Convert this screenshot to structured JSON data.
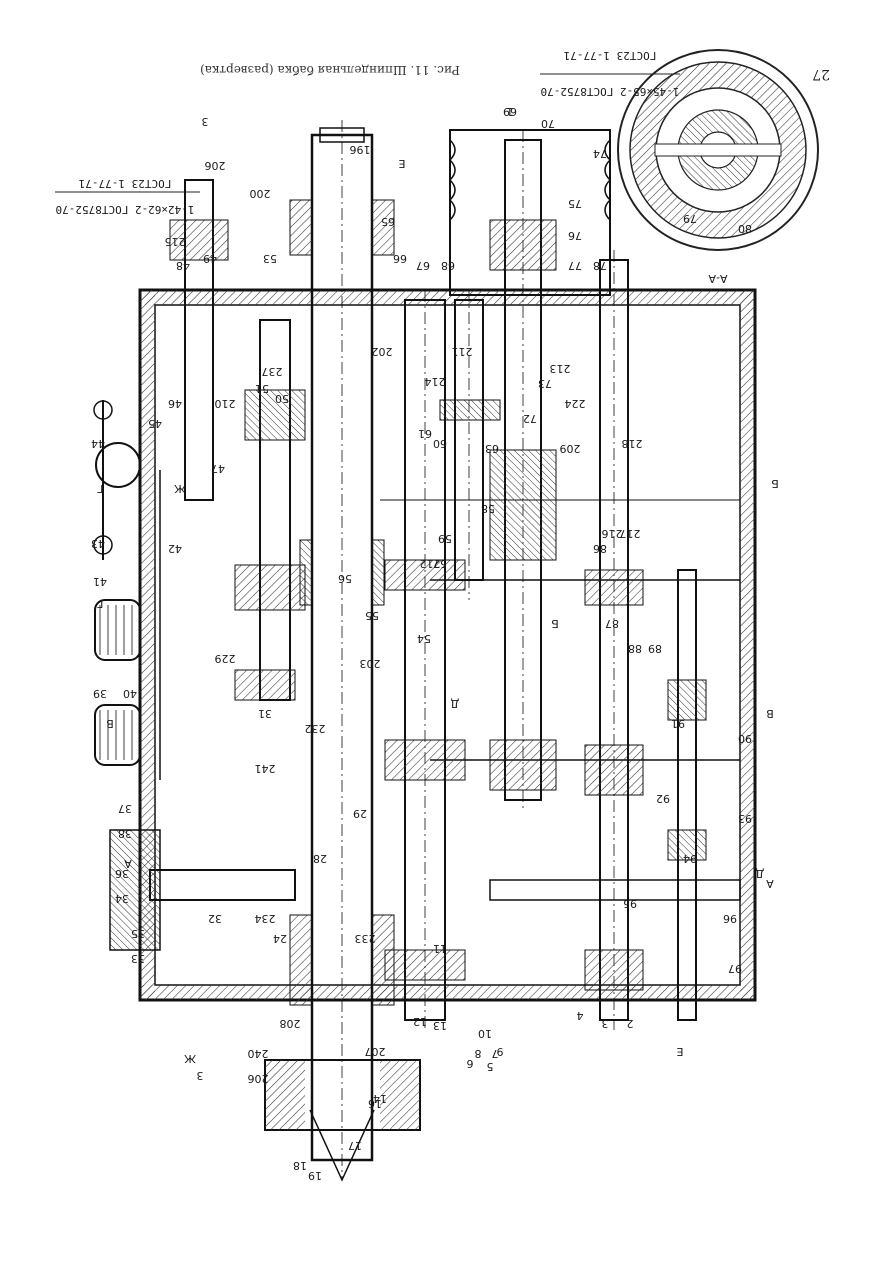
{
  "page": {
    "number": "27",
    "caption": "Рис. 11. Шпиндельная бабка (развертка)"
  },
  "callouts": {
    "top": "1-45×65-2 ГОСТ8752-70",
    "top_sub": "ГОСТ23 1-77-71",
    "left": "1-42×62-2 ГОСТ8752-70",
    "left_sub": "ГОСТ23 1-77-71"
  },
  "section": {
    "view_label": "А-А",
    "cut_labels": [
      "3",
      "3",
      "Е",
      "Е",
      "Г",
      "Г",
      "Б",
      "Б",
      "В",
      "В",
      "А",
      "А",
      "Д",
      "Д",
      "Ж",
      "Ж"
    ]
  },
  "parts": [
    "69",
    "70",
    "74",
    "75",
    "76",
    "77",
    "78",
    "79",
    "80",
    "206",
    "196",
    "200",
    "65",
    "53",
    "49",
    "48",
    "215",
    "66",
    "67",
    "68",
    "202",
    "237",
    "51",
    "50",
    "46",
    "45",
    "44",
    "43",
    "42",
    "47",
    "210",
    "214",
    "211",
    "213",
    "73",
    "224",
    "72",
    "209",
    "61",
    "63",
    "60",
    "58",
    "59",
    "57",
    "56",
    "55",
    "54",
    "203",
    "212",
    "218",
    "217",
    "216",
    "86",
    "87",
    "88",
    "89",
    "41",
    "229",
    "39",
    "40",
    "31",
    "232",
    "241",
    "91",
    "90",
    "92",
    "93",
    "29",
    "28",
    "37",
    "38",
    "36",
    "34",
    "35",
    "33",
    "32",
    "94",
    "95",
    "96",
    "24",
    "234",
    "233",
    "97",
    "208",
    "240",
    "206",
    "207",
    "16",
    "17",
    "18",
    "19",
    "14",
    "13",
    "12",
    "11",
    "10",
    "9",
    "8",
    "7",
    "6",
    "5",
    "4",
    "3",
    "2",
    "1"
  ]
}
